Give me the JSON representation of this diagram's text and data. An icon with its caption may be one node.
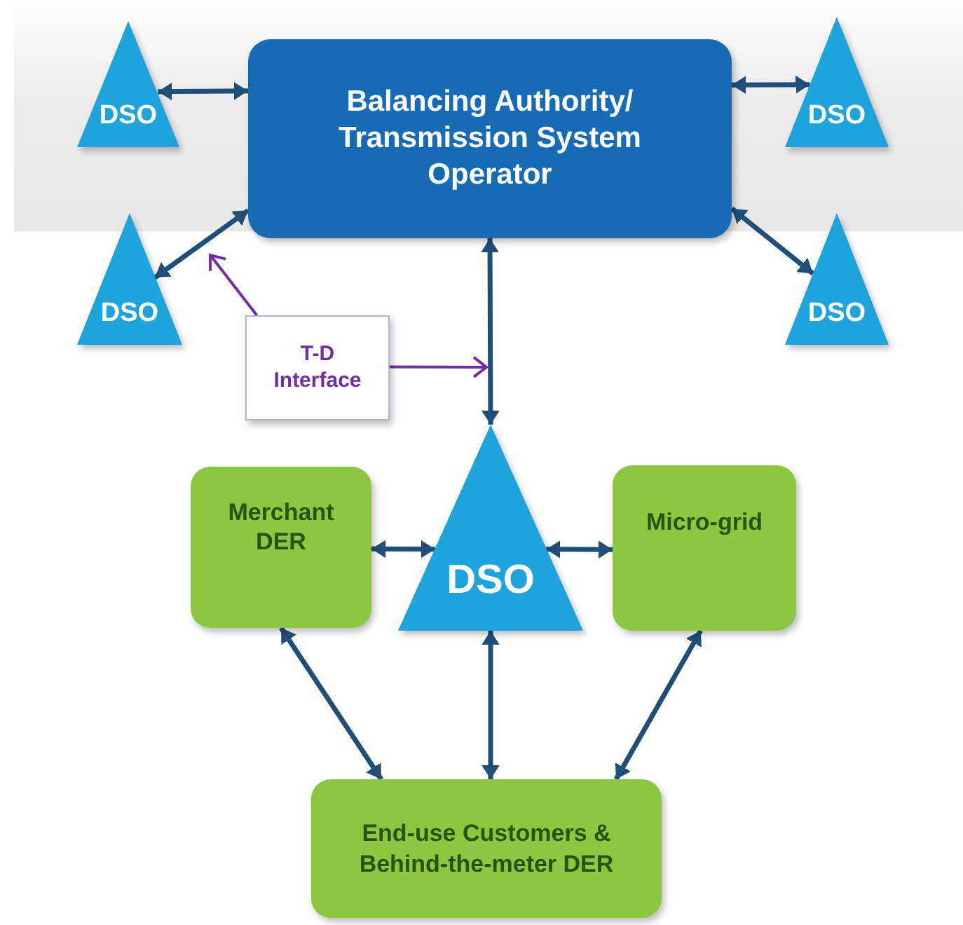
{
  "diagram": {
    "nodes": [
      {
        "text": [
          "Balancing Authority/ Transmission System Operator"
        ]
      },
      {
        "text": [
          "DSO"
        ]
      },
      {
        "text": [
          "DSO"
        ]
      },
      {
        "text": [
          "DSO"
        ]
      },
      {
        "text": [
          "DSO"
        ]
      },
      {
        "text": [
          "T-D Interface"
        ]
      },
      {
        "text": [
          "DSO"
        ]
      },
      {
        "text": [
          "Merchant DER"
        ]
      },
      {
        "text": [
          "Micro-grid"
        ]
      },
      {
        "text": [
          "End-use Customers & Behind-the-meter DER"
        ]
      }
    ],
    "edges": [
      {
        "from": 1,
        "to": 0,
        "arrow": "both"
      },
      {
        "from": 0,
        "to": 2,
        "arrow": "both"
      },
      {
        "from": 3,
        "to": 0,
        "arrow": "both"
      },
      {
        "from": 0,
        "to": 4,
        "arrow": "both"
      },
      {
        "from": 0,
        "to": 6,
        "arrow": "both"
      },
      {
        "from": 5,
        "to": null,
        "arrow": "to",
        "color": "#7030a0"
      },
      {
        "from": 5,
        "to": null,
        "arrow": "to",
        "color": "#7030a0"
      },
      {
        "from": 7,
        "to": 6,
        "arrow": "both"
      },
      {
        "from": 6,
        "to": 8,
        "arrow": "both"
      },
      {
        "from": 7,
        "to": 9,
        "arrow": "both"
      },
      {
        "from": 6,
        "to": 9,
        "arrow": "both"
      },
      {
        "from": 8,
        "to": 9,
        "arrow": "both"
      }
    ]
  }
}
